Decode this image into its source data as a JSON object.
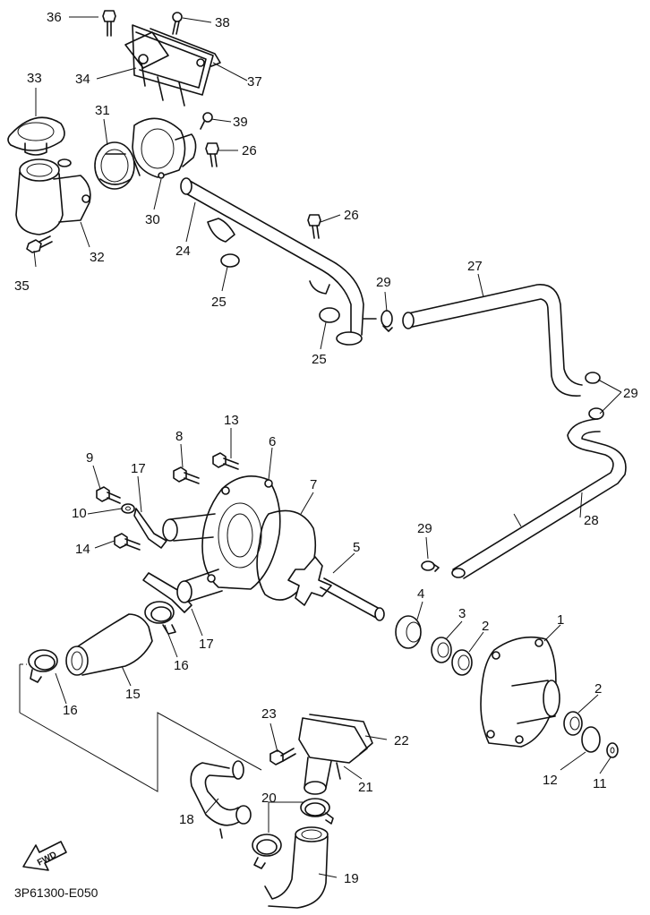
{
  "diagram": {
    "reference_code": "3P61300-E050",
    "fwd_label": "FWD",
    "callouts": {
      "c1": "1",
      "c2a": "2",
      "c2b": "2",
      "c3": "3",
      "c4": "4",
      "c5": "5",
      "c6": "6",
      "c7": "7",
      "c8": "8",
      "c9": "9",
      "c10": "10",
      "c11": "11",
      "c12": "12",
      "c13": "13",
      "c14": "14",
      "c15": "15",
      "c16a": "16",
      "c16b": "16",
      "c17a": "17",
      "c17b": "17",
      "c18": "18",
      "c19": "19",
      "c20": "20",
      "c21": "21",
      "c22": "22",
      "c23": "23",
      "c24": "24",
      "c25a": "25",
      "c25b": "25",
      "c26a": "26",
      "c26b": "26",
      "c27": "27",
      "c28": "28",
      "c29a": "29",
      "c29b": "29",
      "c29c": "29",
      "c30": "30",
      "c31": "31",
      "c32": "32",
      "c33": "33",
      "c34": "34",
      "c35": "35",
      "c36": "36",
      "c37": "37",
      "c38": "38",
      "c39": "39"
    }
  }
}
